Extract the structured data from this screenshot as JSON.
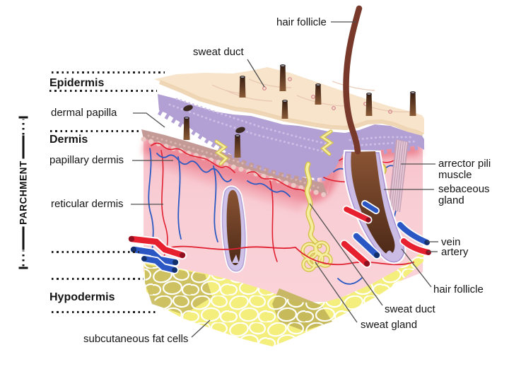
{
  "side_rail": {
    "label": "PARCHMENT"
  },
  "labels": {
    "hair_follicle_top": "hair follicle",
    "sweat_duct_top": "sweat duct",
    "epidermis": "Epidermis",
    "dermal_papilla": "dermal papilla",
    "dermis": "Dermis",
    "papillary_dermis": "papillary dermis",
    "reticular_dermis": "reticular dermis",
    "hypodermis": "Hypodermis",
    "subcutaneous_fat_cells": "subcutaneous fat cells",
    "arrector_pili_muscle": "arrector pili muscle",
    "sebaceous_gland": "sebaceous gland",
    "vein": "vein",
    "artery": "artery",
    "hair_follicle_right": "hair follicle",
    "sweat_duct_bottom": "sweat duct",
    "sweat_gland": "sweat gland"
  },
  "colors": {
    "epidermis_surface": "#f7e4ca",
    "epidermis_layer": "#b2a0d5",
    "papillary_layer": "#c49a97",
    "dermis": "#f8ccd3",
    "hypodermis_fat": "#f4ee7d",
    "artery": "#e6202e",
    "vein": "#2b57c5",
    "hair": "#78392b",
    "gland_yellow": "#f5ee9e",
    "leader_line": "#4f4f4f"
  }
}
